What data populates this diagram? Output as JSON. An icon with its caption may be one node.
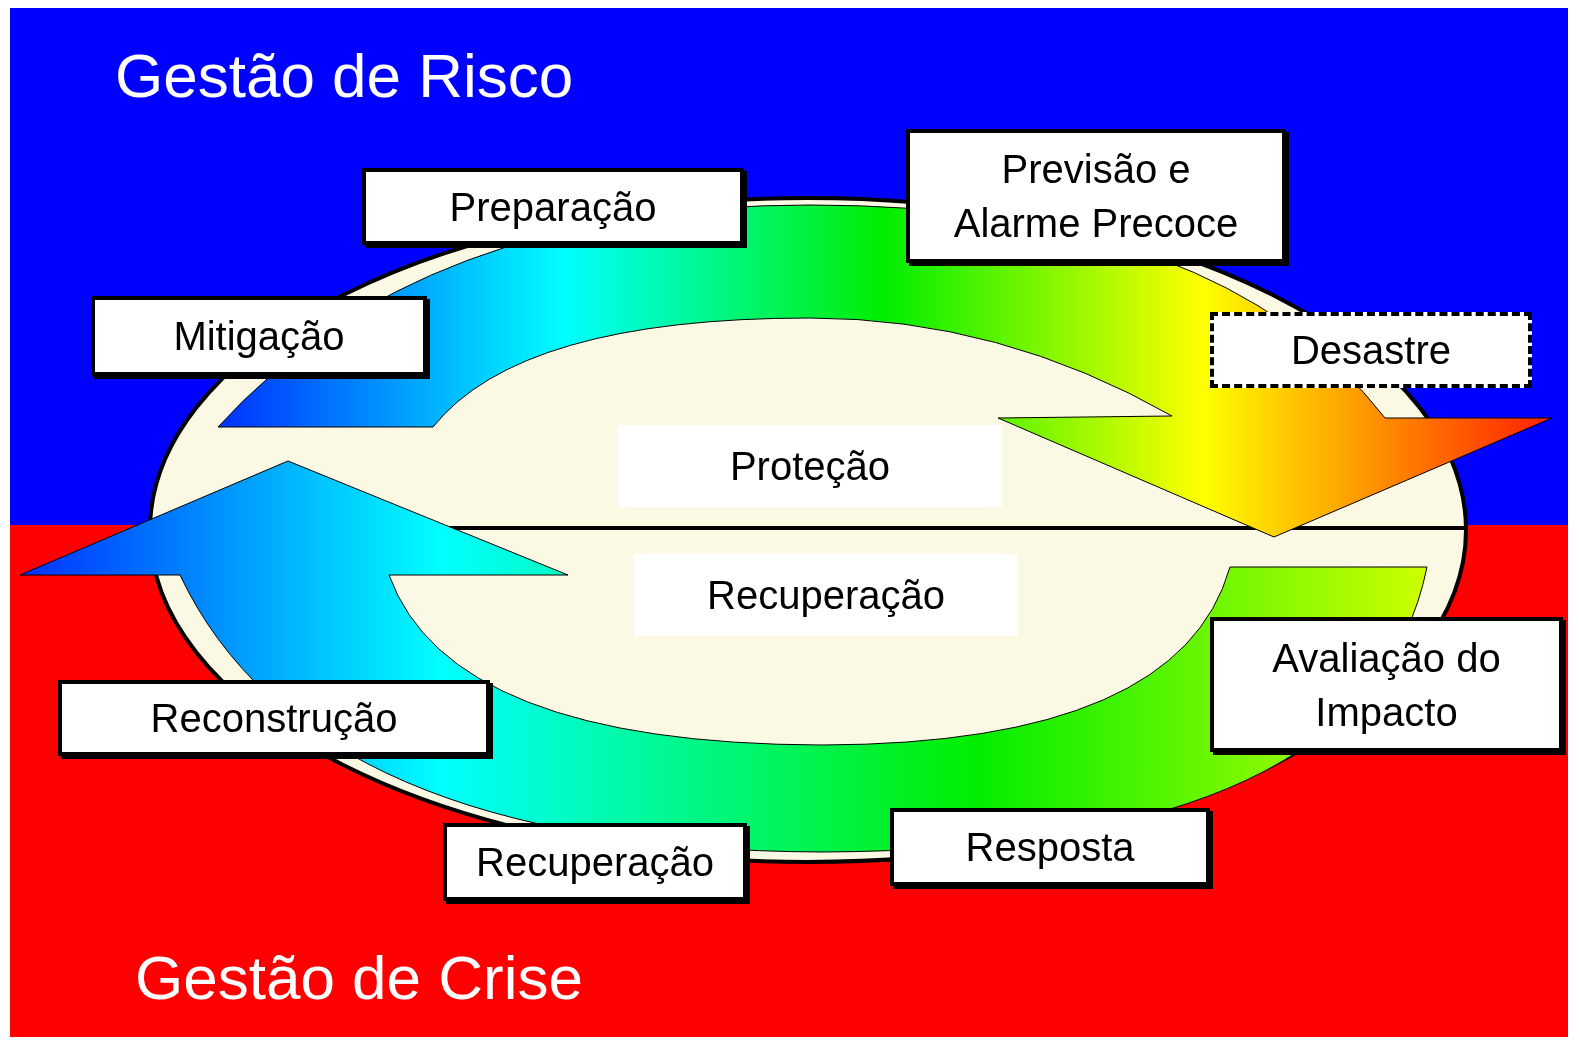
{
  "diagram": {
    "nodes": [
      {
        "text": [
          "Gestão de Risco"
        ]
      },
      {
        "text": [
          "Gestão de Crise"
        ]
      },
      {
        "text": [
          "Preparação"
        ],
        "in": 0
      },
      {
        "text": [
          "Previsão e Alarme Precoce"
        ],
        "in": 0
      },
      {
        "text": [
          "Mitigação"
        ],
        "in": 0
      },
      {
        "text": [
          "Desastre"
        ],
        "in": 0
      },
      {
        "text": [
          "Proteção"
        ],
        "in": 0
      },
      {
        "text": [
          "Recuperação"
        ],
        "in": 1
      },
      {
        "text": [
          "Avaliação do Impacto"
        ],
        "in": 1
      },
      {
        "text": [
          "Reconstrução"
        ],
        "in": 1
      },
      {
        "text": [
          "Recuperação"
        ],
        "in": 1
      },
      {
        "text": [
          "Resposta"
        ],
        "in": 1
      }
    ]
  }
}
